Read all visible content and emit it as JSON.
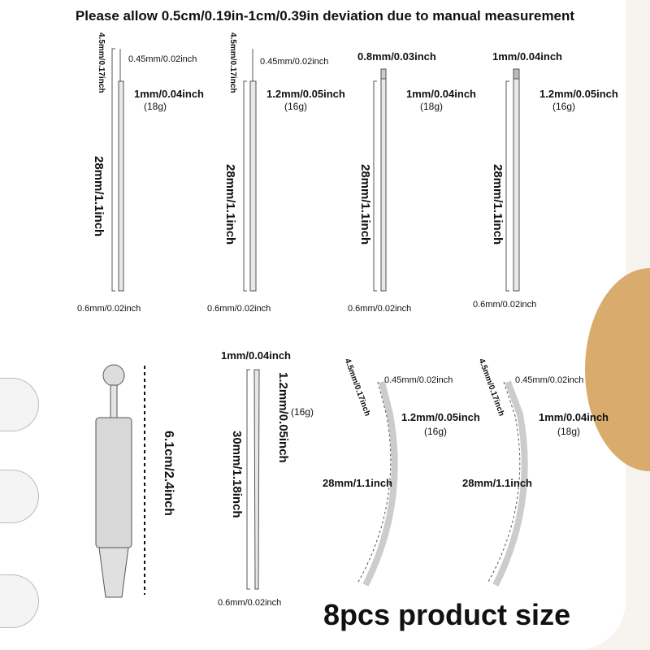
{
  "title": "Please allow 0.5cm/0.19in-1cm/0.39in deviation due to manual measurement",
  "footer": "8pcs product size",
  "pins": [
    {
      "tip_len": "4.5mm/0.17inch",
      "tip": "0.45mm/0.02inch",
      "dia": "1mm/0.04inch",
      "gauge": "(18g)",
      "length": "28mm/1.1inch",
      "end": "0.6mm/0.02inch"
    },
    {
      "tip_len": "4.5mm/0.17inch",
      "tip": "0.45mm/0.02inch",
      "dia": "1.2mm/0.05inch",
      "gauge": "(16g)",
      "length": "28mm/1.1inch",
      "end": "0.6mm/0.02inch"
    },
    {
      "tip": "0.8mm/0.03inch",
      "dia": "1mm/0.04inch",
      "gauge": "(18g)",
      "length": "28mm/1.1inch",
      "end": "0.6mm/0.02inch"
    },
    {
      "tip": "1mm/0.04inch",
      "dia": "1.2mm/0.05inch",
      "gauge": "(16g)",
      "length": "28mm/1.1inch",
      "end": "0.6mm/0.02inch"
    }
  ],
  "taper": {
    "top": "1mm/0.04inch",
    "dia": "1.2mm/0.05inch",
    "gauge": "(16g)",
    "length": "30mm/1.18inch",
    "end": "0.6mm/0.02inch"
  },
  "curved": [
    {
      "tip_len": "4.5mm/0.17inch",
      "tip": "0.45mm/0.02inch",
      "dia": "1.2mm/0.05inch",
      "gauge": "(16g)",
      "length": "28mm/1.1inch"
    },
    {
      "tip_len": "4.5mm/0.17inch",
      "tip": "0.45mm/0.02inch",
      "dia": "1mm/0.04inch",
      "gauge": "(18g)",
      "length": "28mm/1.1inch"
    }
  ],
  "tool": {
    "length": "6.1cm/2.4inch"
  }
}
